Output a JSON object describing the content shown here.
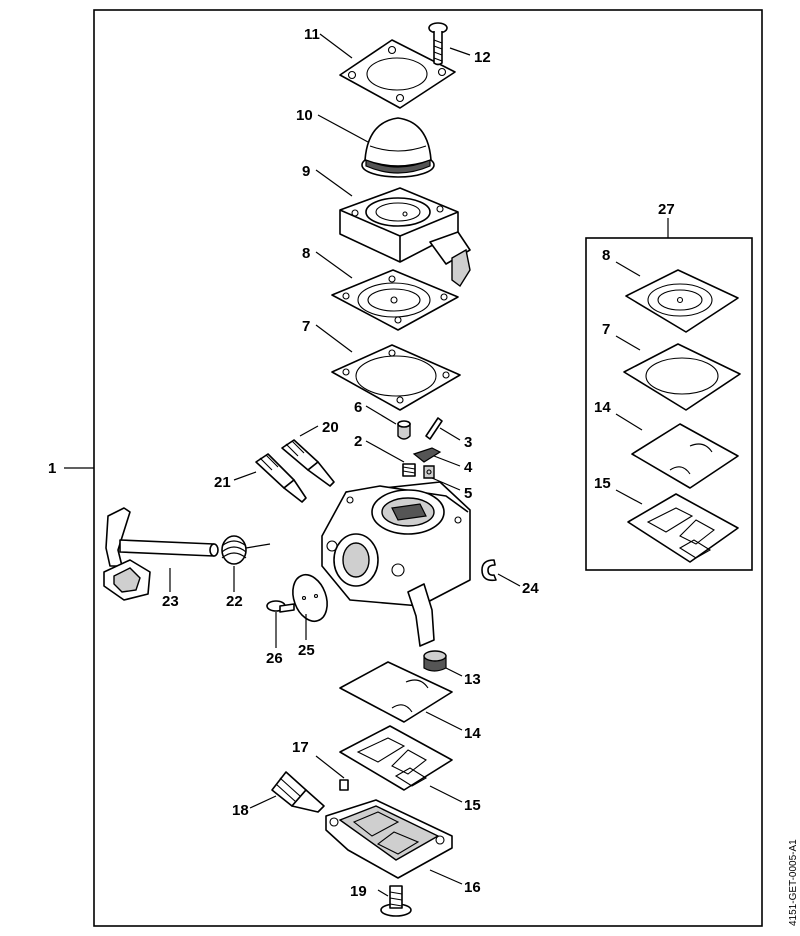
{
  "diagram": {
    "assembly_label": "1",
    "kit_label": "27",
    "reference_code": "4151-GET-0005-A1",
    "callouts": [
      {
        "id": "c11",
        "text": "11"
      },
      {
        "id": "c12",
        "text": "12"
      },
      {
        "id": "c10",
        "text": "10"
      },
      {
        "id": "c9",
        "text": "9"
      },
      {
        "id": "c8",
        "text": "8"
      },
      {
        "id": "c7",
        "text": "7"
      },
      {
        "id": "c6",
        "text": "6"
      },
      {
        "id": "c3",
        "text": "3"
      },
      {
        "id": "c2",
        "text": "2"
      },
      {
        "id": "c4",
        "text": "4"
      },
      {
        "id": "c5",
        "text": "5"
      },
      {
        "id": "c20",
        "text": "20"
      },
      {
        "id": "c21",
        "text": "21"
      },
      {
        "id": "c23",
        "text": "23"
      },
      {
        "id": "c22",
        "text": "22"
      },
      {
        "id": "c26",
        "text": "26"
      },
      {
        "id": "c25",
        "text": "25"
      },
      {
        "id": "c24",
        "text": "24"
      },
      {
        "id": "c13",
        "text": "13"
      },
      {
        "id": "c14",
        "text": "14"
      },
      {
        "id": "c17",
        "text": "17"
      },
      {
        "id": "c18",
        "text": "18"
      },
      {
        "id": "c15",
        "text": "15"
      },
      {
        "id": "c19",
        "text": "19"
      },
      {
        "id": "c16",
        "text": "16"
      },
      {
        "id": "k8",
        "text": "8"
      },
      {
        "id": "k7",
        "text": "7"
      },
      {
        "id": "k14",
        "text": "14"
      },
      {
        "id": "k15",
        "text": "15"
      }
    ]
  }
}
